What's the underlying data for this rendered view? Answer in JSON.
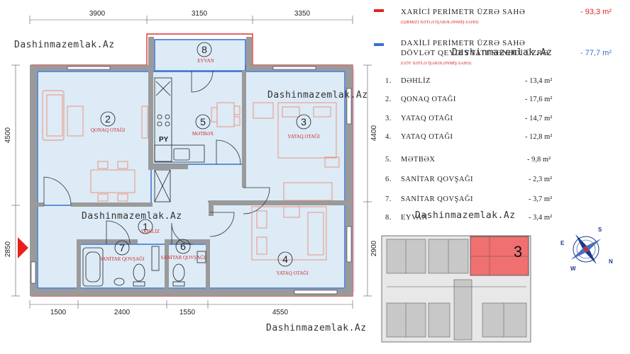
{
  "dimensions": {
    "top": [
      "3900",
      "3150",
      "3350"
    ],
    "bottom": [
      "1500",
      "2400",
      "1550",
      "4550"
    ],
    "left": [
      "4500",
      "2850"
    ],
    "right": [
      "4400",
      "2900"
    ]
  },
  "rooms": [
    {
      "num": "1",
      "name": "DƏHLİZ"
    },
    {
      "num": "2",
      "name": "QONAQ OTAĞI"
    },
    {
      "num": "3",
      "name": "YATAQ OTAĞI"
    },
    {
      "num": "4",
      "name": "YATAQ OTAĞI"
    },
    {
      "num": "5",
      "name": "MƏTBƏX"
    },
    {
      "num": "6",
      "name": "SANİTAR QOVŞAĞI"
    },
    {
      "num": "7",
      "name": "SANİTAR QOVŞAĞI"
    },
    {
      "num": "8",
      "name": "EYVAN"
    }
  ],
  "fixture_label": "PY",
  "watermark": "Dashinmazemlak.Az",
  "legend": {
    "outer": {
      "title": "XARİCİ PERİMETR ÜZRƏ SAHƏ",
      "note": "(QIRMIZI XƏTLƏ İŞARƏLƏNMİŞ SAHƏ)",
      "value": "- 93,3 m²",
      "color": "#e02424"
    },
    "inner": {
      "title1": "DAXİLİ PERİMETR ÜZRƏ SAHƏ",
      "title2": "DÖVLƏT QEYDİYYATI SƏNƏDİ ÜZRƏ",
      "note": "(GÖY XƏTLƏ İŞARƏLƏNMİŞ SAHƏ)",
      "value": "- 77,7 m²",
      "color": "#3a6fd1"
    }
  },
  "room_list": [
    {
      "no": "1.",
      "name": "DƏHLİZ",
      "area": "- 13,4 m²"
    },
    {
      "no": "2.",
      "name": "QONAQ OTAĞI",
      "area": "- 17,6 m²"
    },
    {
      "no": "3.",
      "name": "YATAQ OTAĞI",
      "area": "- 14,7 m²"
    },
    {
      "no": "4.",
      "name": "YATAQ OTAĞI",
      "area": "- 12,8 m²"
    },
    {
      "no": "5.",
      "name": "MƏTBƏX",
      "area": "- 9,8 m²"
    },
    {
      "no": "6.",
      "name": "SANİTAR QOVŞAĞI",
      "area": "- 2,3 m²"
    },
    {
      "no": "7.",
      "name": "SANİTAR QOVŞAĞI",
      "area": "- 3,7 m²"
    },
    {
      "no": "8.",
      "name": "EYVAN",
      "area": "- 3,4 m²"
    }
  ],
  "key_plan": {
    "apartment_number": "3",
    "highlight_color": "#f07070"
  },
  "compass": {
    "letters": [
      "S",
      "N",
      "E",
      "W"
    ]
  }
}
